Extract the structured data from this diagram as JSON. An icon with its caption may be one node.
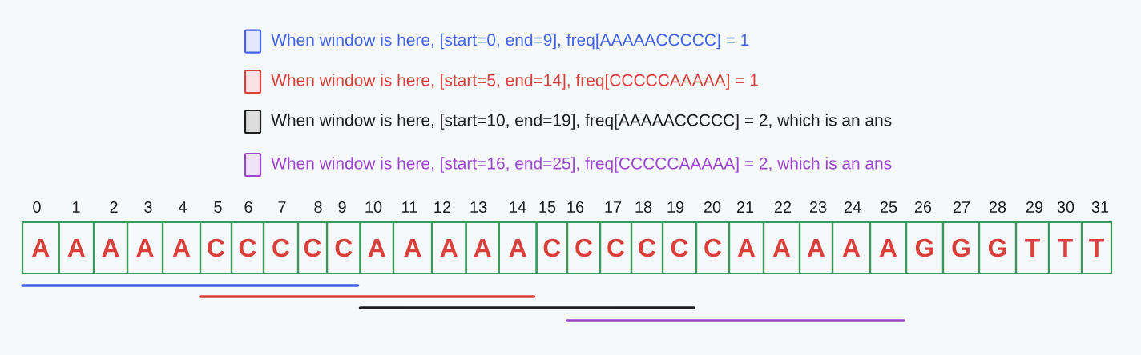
{
  "diagram": {
    "nodes": [
      {
        "text": [
          "A"
        ],
        "beside": [
          "0"
        ]
      },
      {
        "text": [
          "A"
        ],
        "beside": [
          "1"
        ]
      },
      {
        "text": [
          "A"
        ],
        "beside": [
          "2"
        ]
      },
      {
        "text": [
          "A"
        ],
        "beside": [
          "3"
        ]
      },
      {
        "text": [
          "A"
        ],
        "beside": [
          "4"
        ]
      },
      {
        "text": [
          "C"
        ],
        "beside": [
          "5"
        ]
      },
      {
        "text": [
          "C"
        ],
        "beside": [
          "6"
        ]
      },
      {
        "text": [
          "C"
        ],
        "beside": [
          "7"
        ]
      },
      {
        "text": [
          "C"
        ],
        "beside": [
          "8"
        ]
      },
      {
        "text": [
          "C"
        ],
        "beside": [
          "9"
        ]
      },
      {
        "text": [
          "A"
        ],
        "beside": [
          "10"
        ]
      },
      {
        "text": [
          "A"
        ],
        "beside": [
          "11"
        ]
      },
      {
        "text": [
          "A"
        ],
        "beside": [
          "12"
        ]
      },
      {
        "text": [
          "A"
        ],
        "beside": [
          "13"
        ]
      },
      {
        "text": [
          "A"
        ],
        "beside": [
          "14"
        ]
      },
      {
        "text": [
          "C"
        ],
        "beside": [
          "15"
        ]
      },
      {
        "text": [
          "C"
        ],
        "beside": [
          "16"
        ]
      },
      {
        "text": [
          "C"
        ],
        "beside": [
          "17"
        ]
      },
      {
        "text": [
          "C"
        ],
        "beside": [
          "18"
        ]
      },
      {
        "text": [
          "C"
        ],
        "beside": [
          "19"
        ]
      },
      {
        "text": [
          "C"
        ],
        "beside": [
          "20"
        ]
      },
      {
        "text": [
          "A"
        ],
        "beside": [
          "21"
        ]
      },
      {
        "text": [
          "A"
        ],
        "beside": [
          "22"
        ]
      },
      {
        "text": [
          "A"
        ],
        "beside": [
          "23"
        ]
      },
      {
        "text": [
          "A"
        ],
        "beside": [
          "24"
        ]
      },
      {
        "text": [
          "A"
        ],
        "beside": [
          "25"
        ]
      },
      {
        "text": [
          "G"
        ],
        "beside": [
          "26"
        ]
      },
      {
        "text": [
          "G"
        ],
        "beside": [
          "27"
        ]
      },
      {
        "text": [
          "G"
        ],
        "beside": [
          "28"
        ]
      },
      {
        "text": [
          "T"
        ],
        "beside": [
          "29"
        ]
      },
      {
        "text": [
          "T"
        ],
        "beside": [
          "30"
        ]
      },
      {
        "text": [
          "T"
        ],
        "beside": [
          "31"
        ]
      }
    ],
    "legend": [
      {
        "text": "When window is here, [start=0, end=9], freq[AAAAACCCCC] = 1",
        "color": "#4263eb"
      },
      {
        "text": "When window is here, [start=5, end=14], freq[CCCCCAAAAA] = 1",
        "color": "#d9403a"
      },
      {
        "text": "When window is here, [start=10, end=19], freq[AAAAACCCCC] = 2, which is an ans",
        "color": "#1e1e1e"
      },
      {
        "text": "When window is here, [start=16, end=25], freq[CCCCCAAAAA] = 2, which is an ans",
        "color": "#9b45d1"
      }
    ]
  }
}
